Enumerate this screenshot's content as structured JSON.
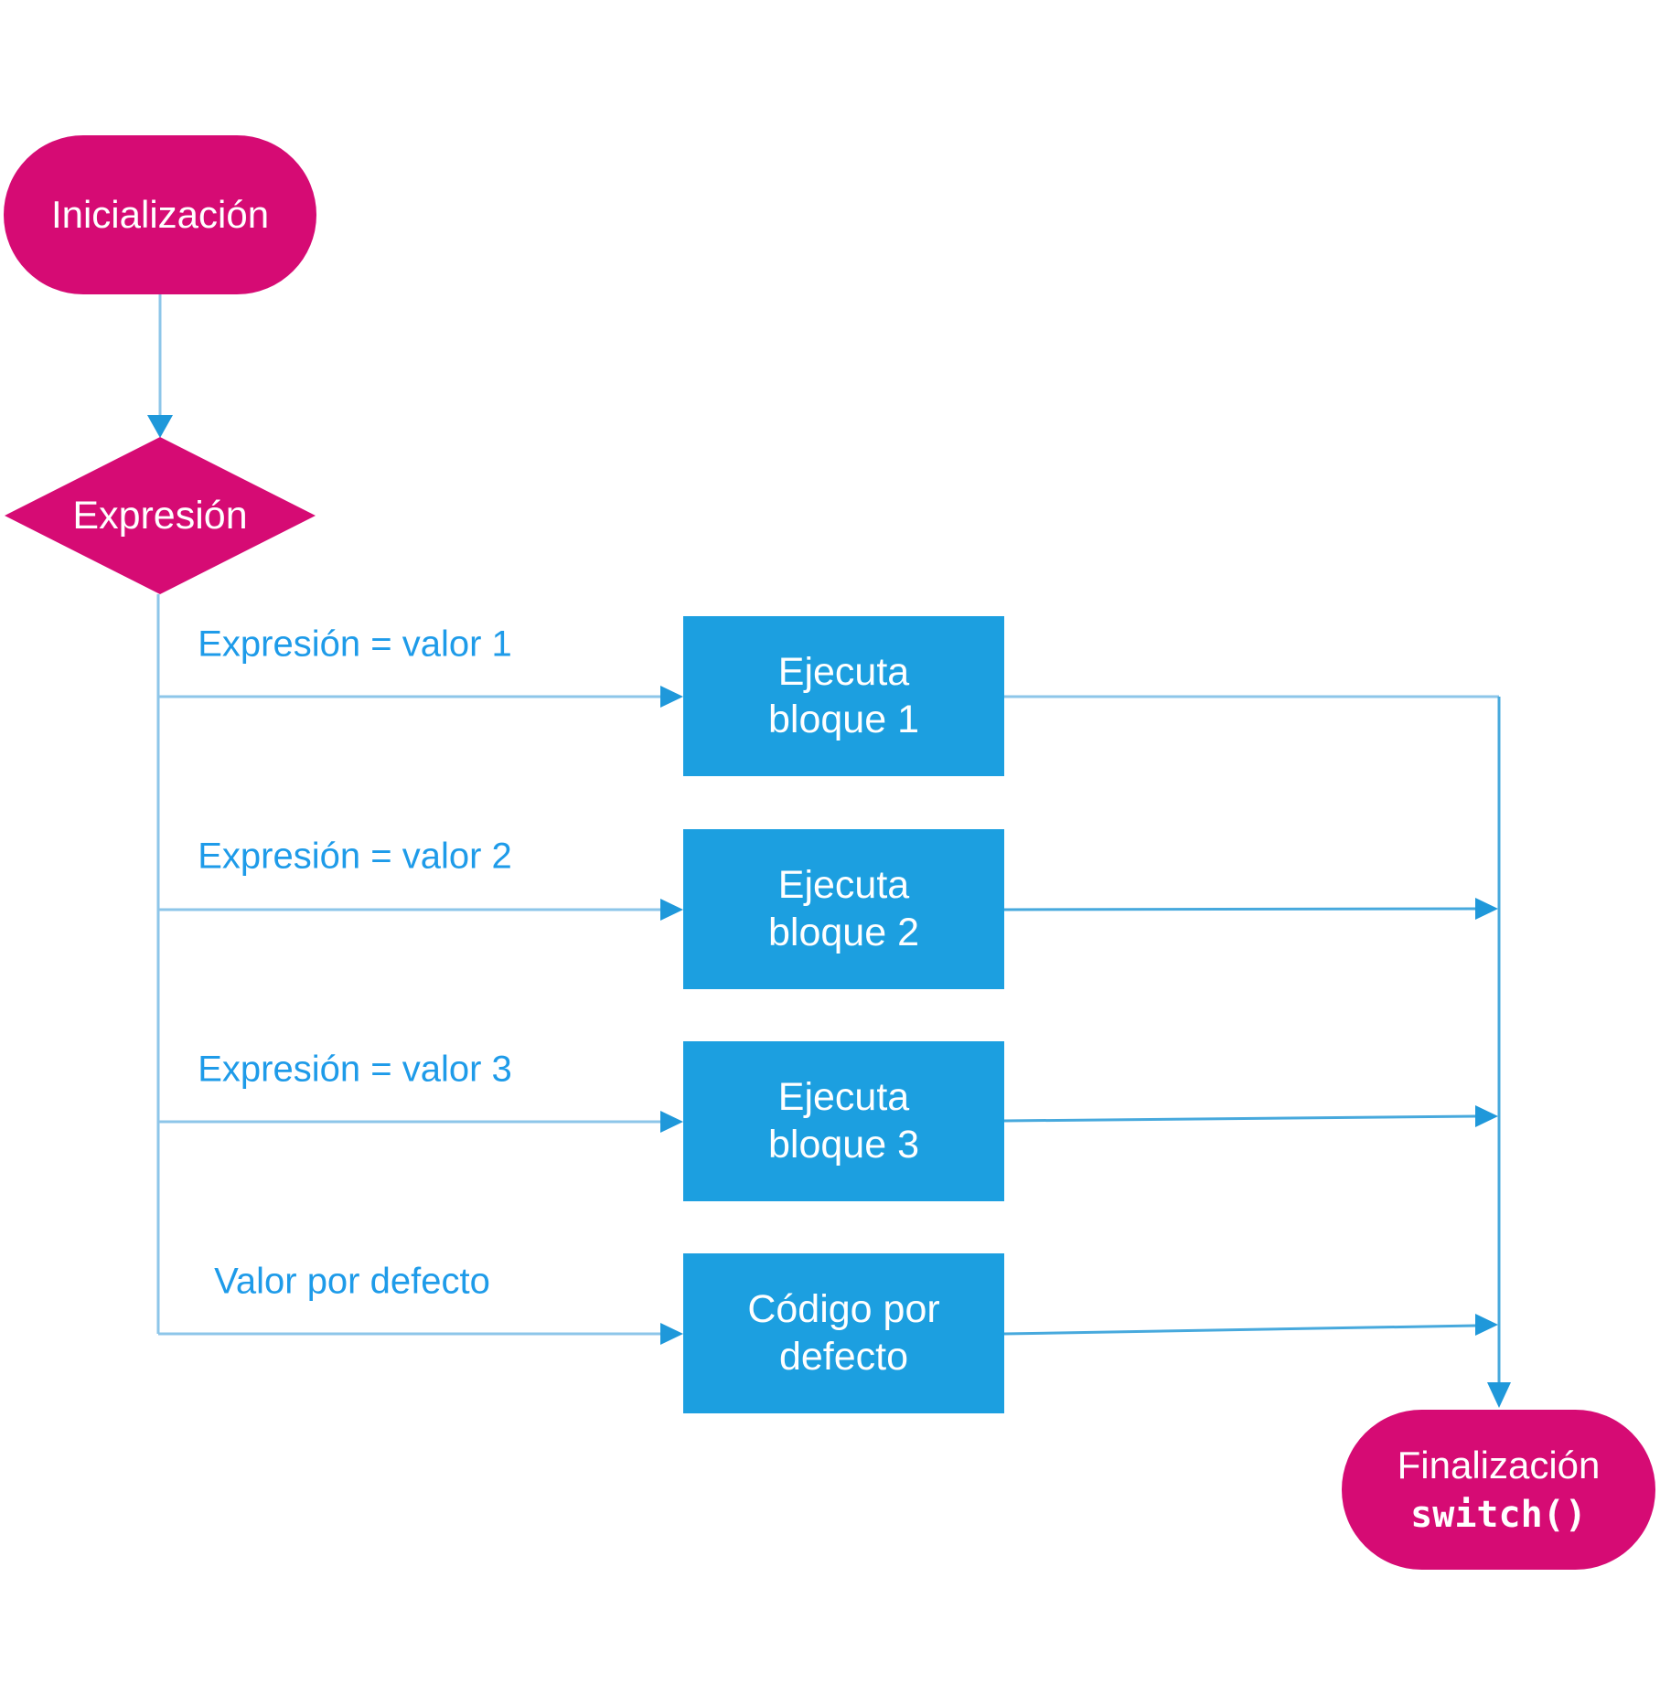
{
  "nodes": {
    "start": {
      "label": "Inicialización"
    },
    "decision": {
      "label": "Expresión"
    },
    "block1": {
      "label": "Ejecuta bloque 1"
    },
    "block2": {
      "label": "Ejecuta bloque 2"
    },
    "block3": {
      "label": "Ejecuta bloque 3"
    },
    "default_block": {
      "label": "Código por defecto"
    },
    "end": {
      "label": "Finalización",
      "code": "switch()"
    }
  },
  "edge_labels": {
    "case1": "Expresión = valor 1",
    "case2": "Expresión = valor 2",
    "case3": "Expresión = valor 3",
    "default_case": "Valor por defecto"
  },
  "colors": {
    "node_pink": "#d60b74",
    "node_blue": "#1c9fe0",
    "line_light": "#8dc6e9",
    "line_medium": "#47a9dd",
    "arrow_dark": "#1f98da",
    "label_blue": "#1e9be9",
    "node_text": "#ffffff",
    "background": "#ffffff"
  }
}
